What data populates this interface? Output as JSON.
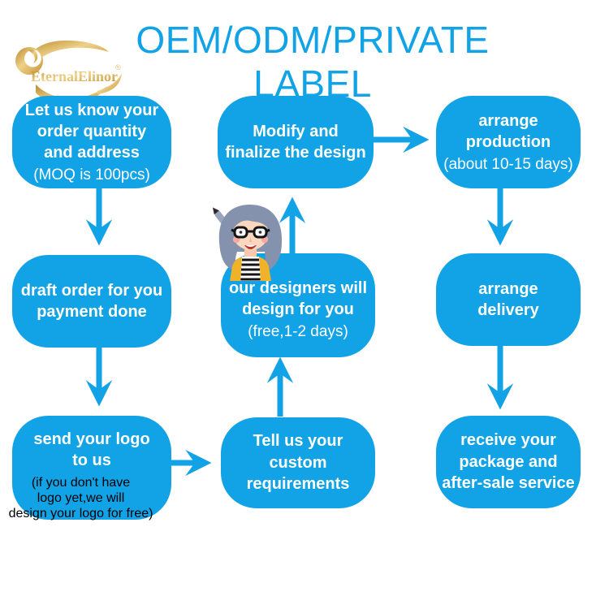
{
  "header": {
    "title": "OEM/ODM/PRIVATE LABEL",
    "logo_text": "EternalElinor",
    "logo_reg": "®"
  },
  "flow": {
    "boxes": [
      {
        "id": "step-1",
        "main": "Let us know your\norder quantity\nand address",
        "sub": "(MOQ is 100pcs)"
      },
      {
        "id": "step-2",
        "main": "draft order for you\npayment done"
      },
      {
        "id": "step-3",
        "main": "send your logo\nto us",
        "note": "(if you don't have\nlogo yet,we will\ndesign your logo for free)"
      },
      {
        "id": "step-4",
        "main": "Tell us your\ncustom\nrequirements"
      },
      {
        "id": "step-5",
        "main": "our designers will\ndesign for you",
        "sub": "(free,1-2 days)"
      },
      {
        "id": "step-6",
        "main": "Modify and\nfinalize the design"
      },
      {
        "id": "step-7",
        "main": "arrange\nproduction",
        "sub": "(about 10-15 days)"
      },
      {
        "id": "step-8",
        "main": "arrange\ndelivery"
      },
      {
        "id": "step-9",
        "main": "receive your\npackage and\nafter-sale service"
      }
    ],
    "arrows": [
      "step-1 to step-2",
      "step-2 to step-3",
      "step-3 to step-4",
      "step-4 to step-5",
      "step-5 to step-6",
      "step-6 to step-7",
      "step-7 to step-8",
      "step-8 to step-9"
    ]
  },
  "colors": {
    "flow_blue": "#12A2E6",
    "title_blue": "#12A2E6",
    "logo_gold": "#D2A243",
    "note_black": "#000000",
    "avatar_hair": "#8592AE",
    "avatar_shirt_yellow": "#F0B229"
  }
}
